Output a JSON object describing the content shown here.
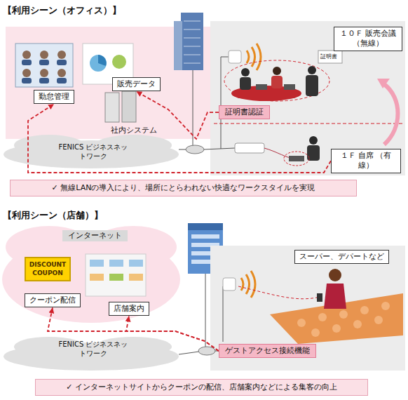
{
  "diagram": {
    "nodes": [
      {
        "text": [
          "勤怠管理"
        ]
      },
      {
        "text": [
          "販売データ"
        ]
      },
      {
        "text": [
          "社内システム"
        ]
      },
      {
        "text": [
          "FENICS ビジネスネットワーク"
        ]
      },
      {
        "text": [
          "１０Ｆ 販売会議 （無線）"
        ]
      },
      {
        "text": [
          "証明書認証"
        ]
      },
      {
        "text": [
          "１Ｆ 自席 （有線）"
        ]
      },
      {
        "text": [
          "✓ 無線LANの導入により、場所にとらわれない快適なワークスタイルを実現"
        ]
      },
      {
        "text": [
          "インターネット"
        ]
      },
      {
        "text": [
          "DISCOUNT COUPON"
        ],
        "in": 8
      },
      {
        "text": [
          "クーポン配信"
        ],
        "in": 8
      },
      {
        "text": [
          "店舗案内"
        ],
        "in": 8
      },
      {
        "text": [
          "FENICS ビジネスネットワーク"
        ]
      },
      {
        "text": [
          "スーパー、デパートなど"
        ]
      },
      {
        "text": [
          "ゲストアクセス接続機能"
        ]
      },
      {
        "text": [
          "✓ インターネットサイトからクーポンの配信、店舗案内などによる集客の向上"
        ]
      }
    ],
    "edges": [
      {
        "from": 5,
        "to": 1,
        "arrow": "to"
      },
      {
        "from": 6,
        "to": 0,
        "arrow": "to"
      },
      {
        "from": 14,
        "to": 10,
        "arrow": "to"
      },
      {
        "from": 14,
        "to": 11,
        "arrow": "to"
      }
    ],
    "labels": [
      "【利用シーン（オフィス）】",
      "証明書",
      "【利用シーン（店舗）】"
    ]
  }
}
